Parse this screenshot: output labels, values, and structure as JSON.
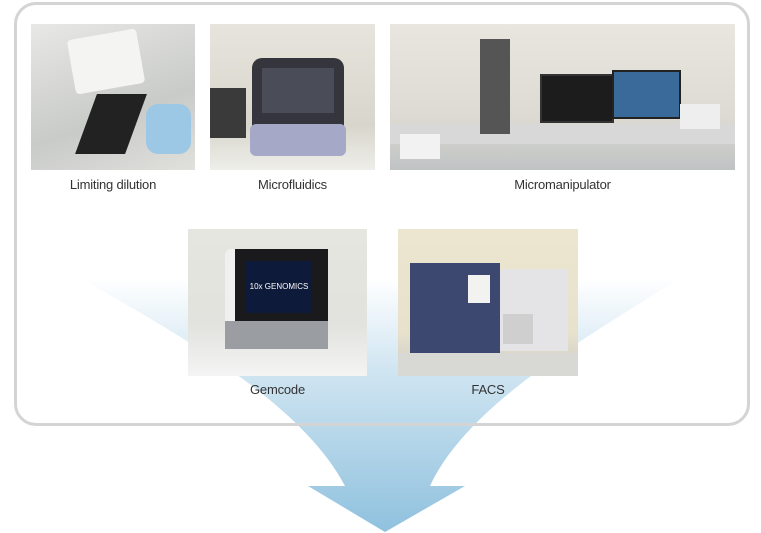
{
  "methods": [
    {
      "label": "Limiting dilution"
    },
    {
      "label": "Microfluidics"
    },
    {
      "label": "Micromanipulator"
    },
    {
      "label": "Gemcode",
      "screen_text": "10x GENOMICS"
    },
    {
      "label": "FACS"
    }
  ],
  "colors": {
    "arrow_top": "#ffffff",
    "arrow_bottom": "#8fc1de",
    "frame_border": "#d4d4d4"
  }
}
